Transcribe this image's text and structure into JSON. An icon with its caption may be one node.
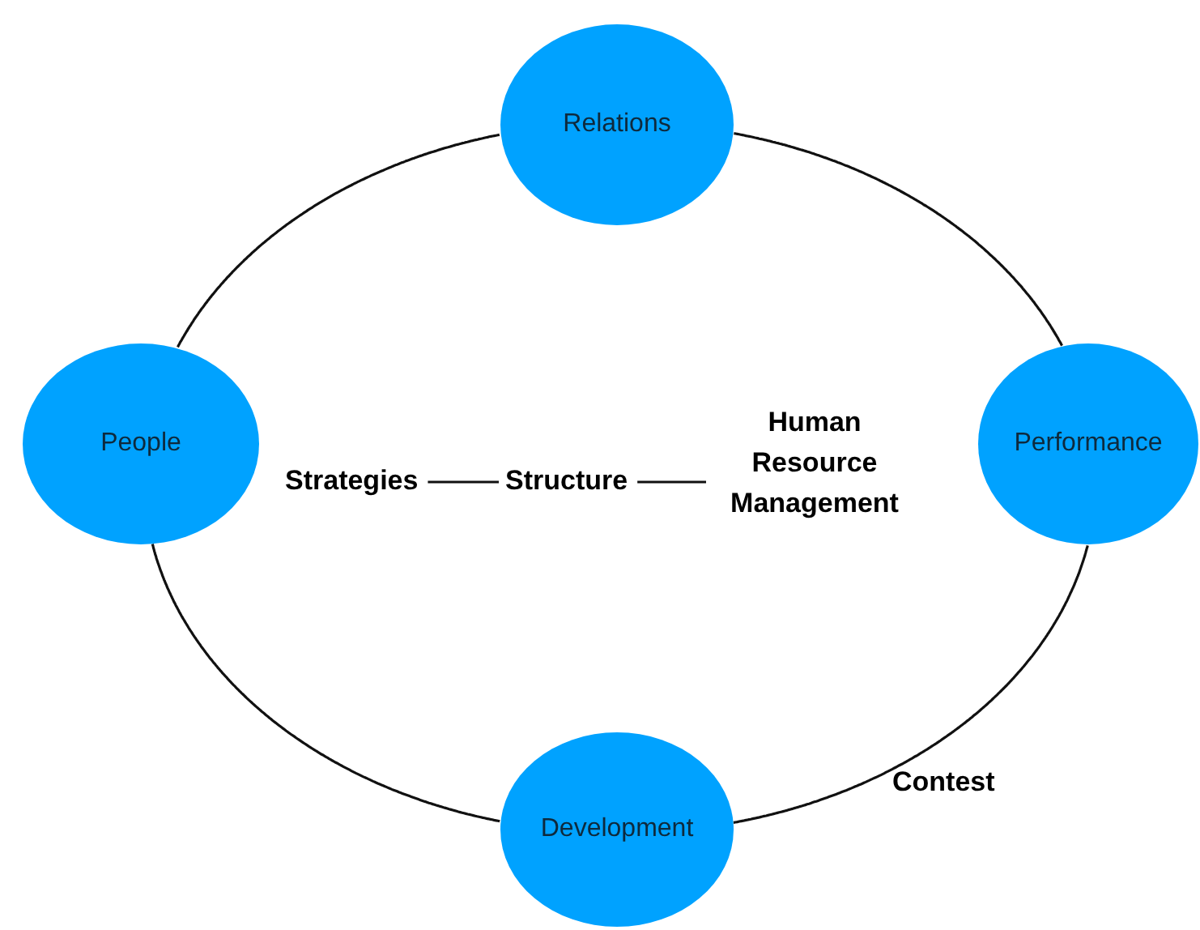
{
  "diagram": {
    "nodes": [
      {
        "text": [
          "Relations"
        ]
      },
      {
        "text": [
          "People"
        ]
      },
      {
        "text": [
          "Strategies"
        ]
      },
      {
        "text": [
          "Structure"
        ]
      },
      {
        "text": [
          "Human Resource Management"
        ]
      },
      {
        "text": [
          "Performance"
        ]
      },
      {
        "text": [
          "Development"
        ]
      }
    ],
    "edges": [
      {
        "from": 0,
        "to": 5,
        "arrow": "none"
      },
      {
        "from": 5,
        "to": 6,
        "arrow": "none"
      },
      {
        "from": 6,
        "to": 1,
        "arrow": "none"
      },
      {
        "from": 1,
        "to": 0,
        "arrow": "none"
      },
      {
        "from": 2,
        "to": 3,
        "arrow": "none"
      },
      {
        "from": 3,
        "to": 4,
        "arrow": "none"
      }
    ],
    "labels": [
      "Contest"
    ]
  }
}
